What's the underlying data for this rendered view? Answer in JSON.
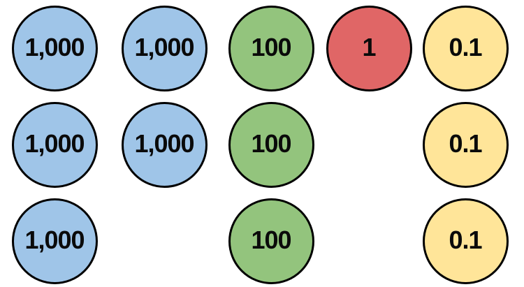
{
  "diagram": {
    "kind": "place-value-counters",
    "background_color": "#ffffff",
    "disk_border_color": "#000000"
  },
  "palette": {
    "thousand": "#9FC5E8",
    "hundred": "#93C47D",
    "one": "#E06666",
    "tenth": "#FFE599"
  },
  "disks": [
    {
      "label": "1,000",
      "value": 1000,
      "type": "thousand",
      "row": 0,
      "col": 0
    },
    {
      "label": "1,000",
      "value": 1000,
      "type": "thousand",
      "row": 0,
      "col": 1
    },
    {
      "label": "100",
      "value": 100,
      "type": "hundred",
      "row": 0,
      "col": 2
    },
    {
      "label": "1",
      "value": 1,
      "type": "one",
      "row": 0,
      "col": 3
    },
    {
      "label": "0.1",
      "value": 0.1,
      "type": "tenth",
      "row": 0,
      "col": 4
    },
    {
      "label": "1,000",
      "value": 1000,
      "type": "thousand",
      "row": 1,
      "col": 0
    },
    {
      "label": "1,000",
      "value": 1000,
      "type": "thousand",
      "row": 1,
      "col": 1
    },
    {
      "label": "100",
      "value": 100,
      "type": "hundred",
      "row": 1,
      "col": 2
    },
    {
      "label": "0.1",
      "value": 0.1,
      "type": "tenth",
      "row": 1,
      "col": 4
    },
    {
      "label": "1,000",
      "value": 1000,
      "type": "thousand",
      "row": 2,
      "col": 0
    },
    {
      "label": "100",
      "value": 100,
      "type": "hundred",
      "row": 2,
      "col": 2
    },
    {
      "label": "0.1",
      "value": 0.1,
      "type": "tenth",
      "row": 2,
      "col": 4
    }
  ]
}
